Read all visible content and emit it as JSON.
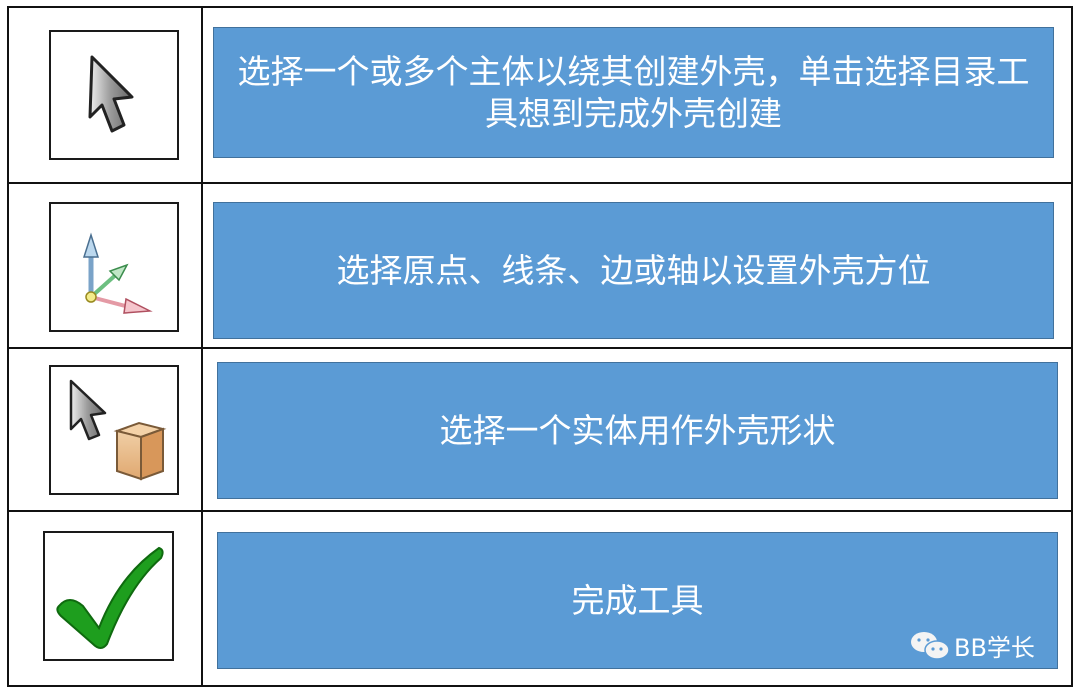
{
  "rows": [
    {
      "icon": "select-arrow-icon",
      "text": "选择一个或多个主体以绕其创建外壳，单击选择目录工具想到完成外壳创建"
    },
    {
      "icon": "axis-triad-icon",
      "text": "选择原点、线条、边或轴以设置外壳方位"
    },
    {
      "icon": "select-solid-icon",
      "text": "选择一个实体用作外壳形状"
    },
    {
      "icon": "checkmark-icon",
      "text": "完成工具"
    }
  ],
  "watermark": {
    "icon": "wechat-icon",
    "text": "BB学长"
  },
  "colors": {
    "box_fill": "#5b9bd5",
    "box_border": "#41719c",
    "check_green": "#1e9e1e"
  }
}
